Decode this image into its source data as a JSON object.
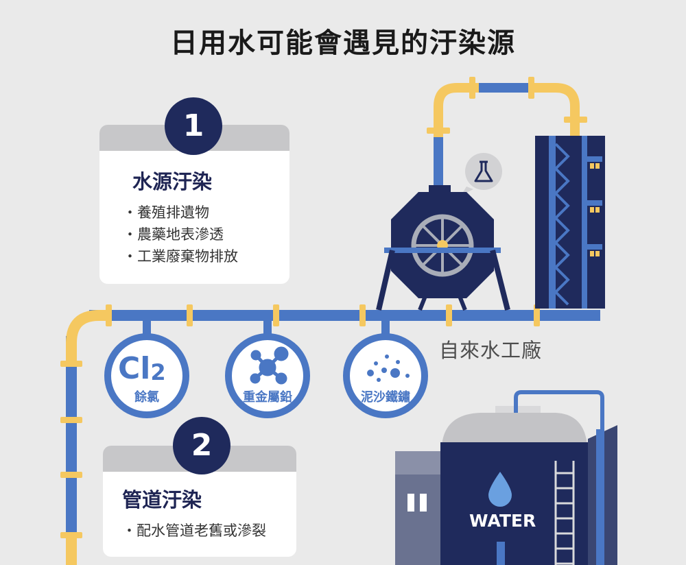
{
  "title": "日用水可能會遇見的汙染源",
  "section1": {
    "number": "1",
    "heading": "水源汙染",
    "items": [
      "養殖排遺物",
      "農藥地表滲透",
      "工業廢棄物排放"
    ]
  },
  "section2": {
    "number": "2",
    "heading": "管道汙染",
    "items": [
      "配水管道老舊或滲裂"
    ]
  },
  "contaminants": [
    {
      "symbol": "Cl",
      "subscript": "2",
      "label": "餘氯"
    },
    {
      "icon": "molecule-icon",
      "label": "重金屬鉛"
    },
    {
      "icon": "particles-icon",
      "label": "泥沙鐵鏽"
    }
  ],
  "plant_label": "自來水工廠",
  "tank_label": "WATER",
  "colors": {
    "navy": "#1f2a5c",
    "pipe_blue": "#4a77c4",
    "pipe_yellow": "#f5c860",
    "card_band": "#c7c7c9",
    "background": "#eaeaea"
  }
}
